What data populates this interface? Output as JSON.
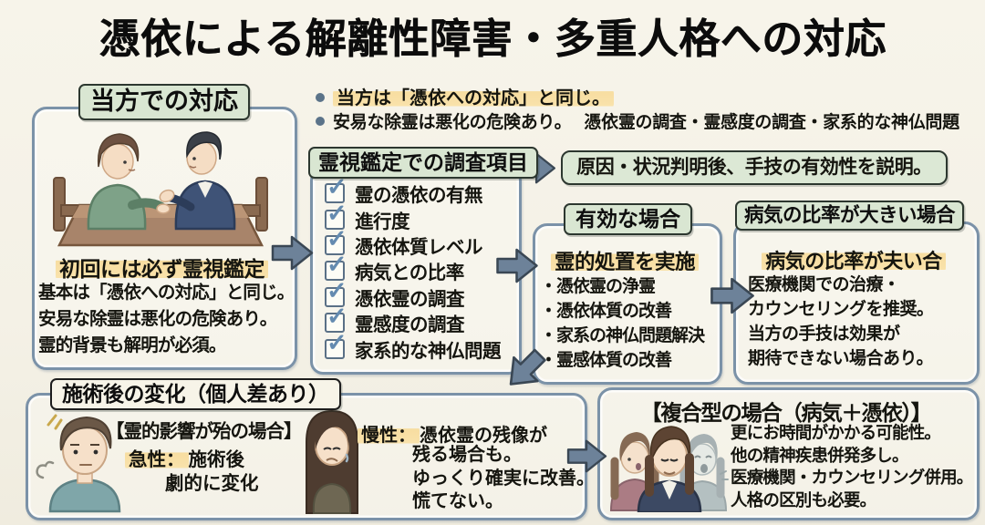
{
  "title": "憑依による解離性障害・多重人格への対応",
  "palette": {
    "background": "#f4f1e6",
    "box_border": "#7b92a8",
    "label_green": "#d9e6d2",
    "highlight_yellow": "#f8dfa2",
    "arrow_fill": "#6d8299",
    "check_blue": "#648bb0"
  },
  "top_notes": {
    "note1": "当方は「憑依への対応」と同じ。",
    "note2_main": "安易な除霊は悪化の危険あり。",
    "note2_sub": "憑依霊の調査・霊感度の調査・家系的な神仏問題"
  },
  "approach_box": {
    "label": "当方での対応",
    "illustration": "counselor-and-client-at-table",
    "highlight": "初回には必ず霊視鑑定",
    "lines": [
      "基本は「憑依への対応」と同じ。",
      "安易な除霊は悪化の危険あり。",
      "霊的背景も解明が必須。"
    ]
  },
  "checklist_box": {
    "label": "霊視鑑定での調査項目",
    "items": [
      "霊の憑依の有無",
      "進行度",
      "憑依体質レベル",
      "病気との比率",
      "憑依霊の調査",
      "霊感度の調査",
      "家系的な神仏問題"
    ]
  },
  "explanation_banner": "原因・状況判明後、手技の有効性を説明。",
  "effective_box": {
    "label": "有効な場合",
    "heading": "霊的処置を実施",
    "items": [
      "・憑依霊の浄霊",
      "・憑依体質の改善",
      "・家系の神仏問題解決",
      "・霊感体質の改善"
    ]
  },
  "illness_box": {
    "label": "病気の比率が大きい場合",
    "heading": "病気の比率が夫い合",
    "lines": [
      "医療機関での治療・",
      "カウンセリングを推奨。",
      "当方の手技は効果が",
      "期待できない場合あり。"
    ]
  },
  "aftercare_box": {
    "label": "施術後の変化（個人差あり）",
    "subheading": "【霊的影響が殆の場合】",
    "acute_label": "急性：",
    "acute_line1": "施術後",
    "acute_line2": "劇的に変化",
    "acute_illustration": "young-man-with-stress-marks",
    "chronic_label": "慢性：",
    "chronic_line1": "憑依霊の残像が",
    "chronic_lines": [
      "残る場合も。",
      "ゆっくり確実に改善。",
      "慌てない。"
    ],
    "chronic_illustration": "sad-woman-long-hair"
  },
  "combined_box": {
    "heading": "【複合型の場合（病気＋憑依）】",
    "illustration": "woman-with-multiple-personas",
    "lines": [
      "更にお時間がかかる可能性。",
      "他の精神疾患併発多し。",
      "医療機関・カウンセリング併用。",
      "人格の区別も必要。"
    ]
  }
}
